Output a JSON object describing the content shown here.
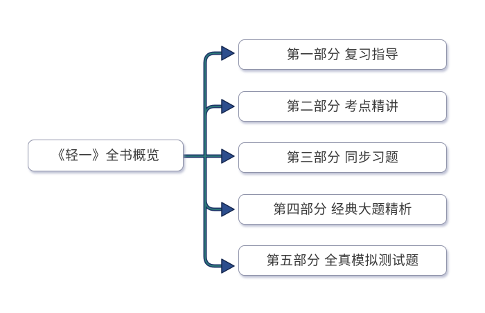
{
  "diagram": {
    "root": {
      "label": "《轻一》全书概览"
    },
    "branches": [
      {
        "label": "第一部分 复习指导"
      },
      {
        "label": "第二部分 考点精讲"
      },
      {
        "label": "第三部分 同步习题"
      },
      {
        "label": "第四部分 经典大题精析"
      },
      {
        "label": "第五部分 全真模拟测试题"
      }
    ],
    "colors": {
      "background": "#ffffff",
      "connector_dark": "#1d3468",
      "connector_core": "#2f7d7a",
      "arrow_fill": "#2d4e8d",
      "arrow_outline": "#15274f",
      "box_border": "#9094aa",
      "box_shadow": "#c9cdde",
      "text": "#3a3a3a"
    }
  }
}
